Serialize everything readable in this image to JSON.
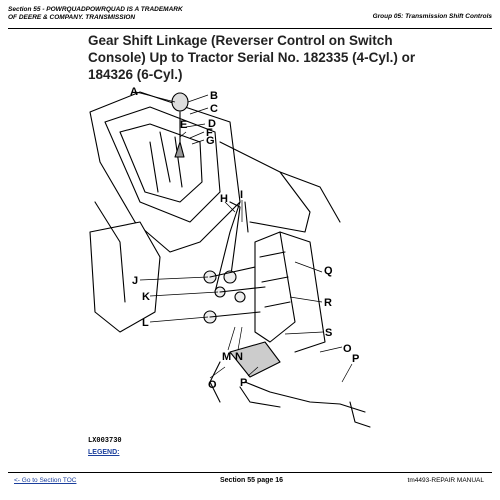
{
  "header": {
    "left_line1": "Section 55 - POWRQUADPOWRQUAD IS A TRADEMARK",
    "left_line2": "OF DEERE & COMPANY. TRANSMISSION",
    "right": "Group 05: Transmission Shift Controls"
  },
  "title": "Gear Shift Linkage (Reverser Control on Switch Console) Up to Tractor Serial No. 182335 (4-Cyl.) or 184326 (6-Cyl.)",
  "figure": {
    "callouts": [
      "A",
      "B",
      "C",
      "D",
      "E",
      "F",
      "G",
      "H",
      "I",
      "J",
      "K",
      "L",
      "M",
      "N",
      "O",
      "P",
      "Q",
      "R",
      "S",
      "O",
      "P"
    ],
    "figure_id": "LX003730"
  },
  "legend_label": "LEGEND:",
  "footer": {
    "toc_link": "<- Go to Section TOC",
    "page": "Section 55 page 16",
    "manual": "tm4493-REPAIR MANUAL"
  }
}
